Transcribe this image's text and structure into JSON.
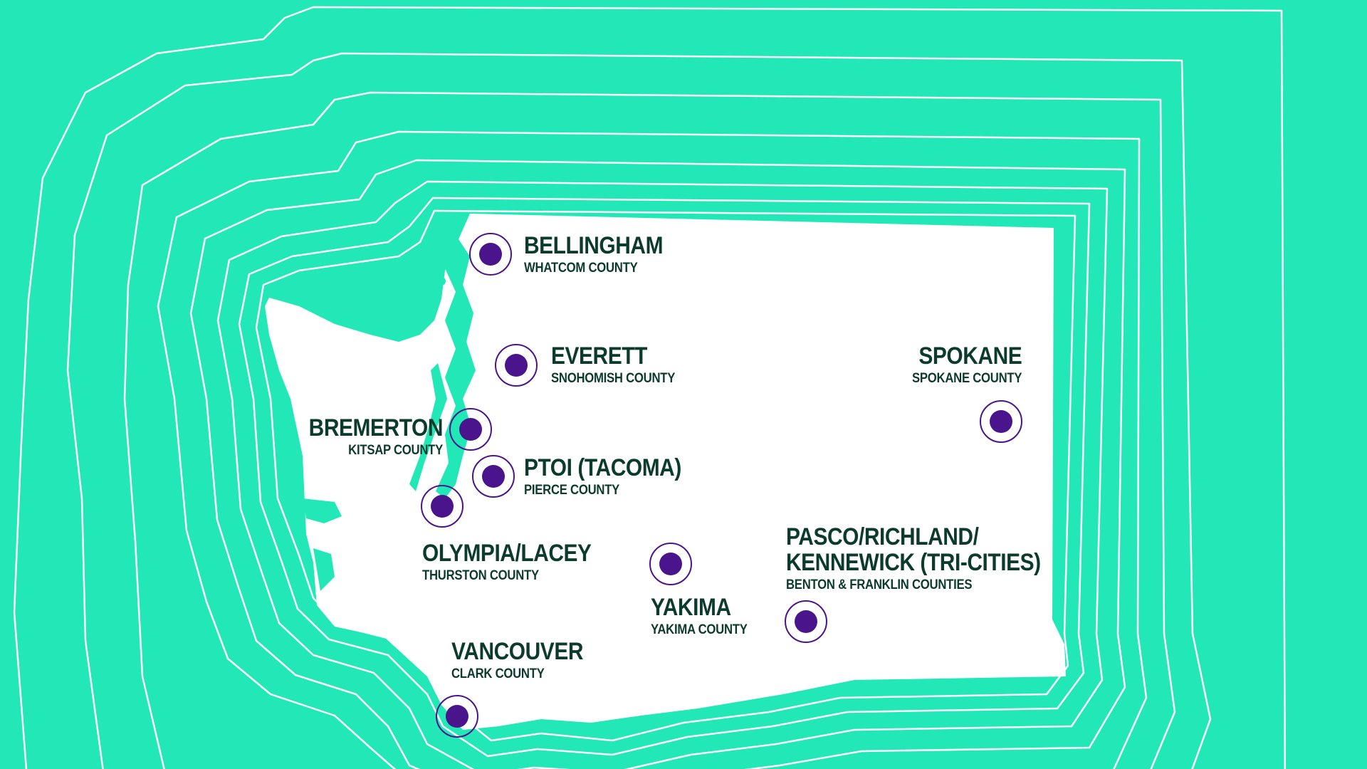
{
  "colors": {
    "background": "#21e8b6",
    "land": "#ffffff",
    "contour": "#ffffff",
    "text": "#0c3b2e",
    "marker": "#4a148c"
  },
  "locations": [
    {
      "id": "bellingham",
      "city": "BELLINGHAM",
      "county": "WHATCOM COUNTY"
    },
    {
      "id": "everett",
      "city": "EVERETT",
      "county": "SNOHOMISH COUNTY"
    },
    {
      "id": "spokane",
      "city": "SPOKANE",
      "county": "SPOKANE COUNTY"
    },
    {
      "id": "bremerton",
      "city": "BREMERTON",
      "county": "KITSAP COUNTY"
    },
    {
      "id": "tacoma",
      "city": "PTOI (TACOMA)",
      "county": "PIERCE COUNTY"
    },
    {
      "id": "olympia",
      "city": "OLYMPIA/LACEY",
      "county": "THURSTON COUNTY"
    },
    {
      "id": "tricities",
      "city": "PASCO/RICHLAND/",
      "city2": "KENNEWICK (TRI-CITIES)",
      "county": "BENTON & FRANKLIN COUNTIES"
    },
    {
      "id": "yakima",
      "city": "YAKIMA",
      "county": "YAKIMA COUNTY"
    },
    {
      "id": "vancouver",
      "city": "VANCOUVER",
      "county": "CLARK COUNTY"
    }
  ]
}
